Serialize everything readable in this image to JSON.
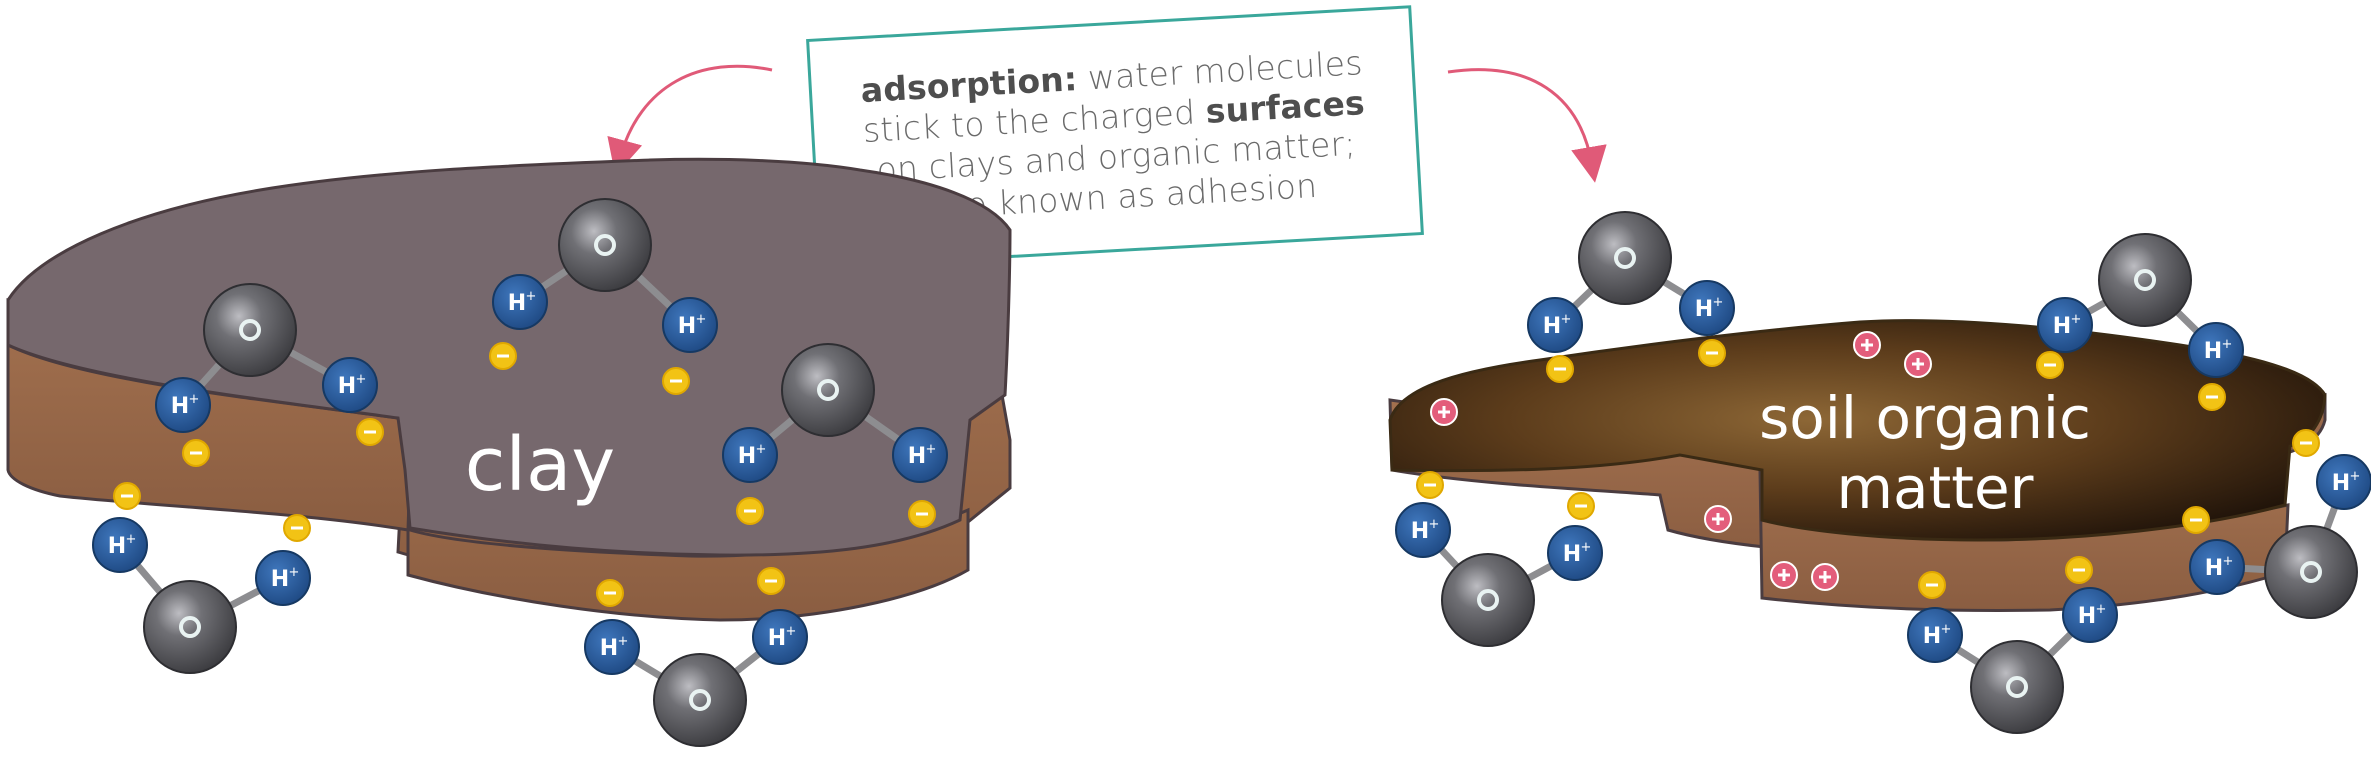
{
  "caption": {
    "term": "adsorption:",
    "text_1": "water molecules stick to the charged",
    "bold_word": "surfaces",
    "text_2": "on clays and organic matter; also known as adhesion"
  },
  "labels": {
    "clay": "clay",
    "som_line1": "soil organic",
    "som_line2": "matter"
  },
  "atoms": {
    "oxygen": "O",
    "hydrogen": "H",
    "hydrogen_plus": "+",
    "negative_charge": "−",
    "positive_charge": "+"
  },
  "colors": {
    "caption_border": "#3aa79b",
    "arrow": "#e05a78",
    "clay_top": "#76686d",
    "clay_side": "#9a6a4e",
    "oxygen": "#5f5f63",
    "hydrogen": "#2f5e9c",
    "negative": "#f2c315",
    "positive": "#e35d7b",
    "organic_top": "#5a3a19"
  }
}
